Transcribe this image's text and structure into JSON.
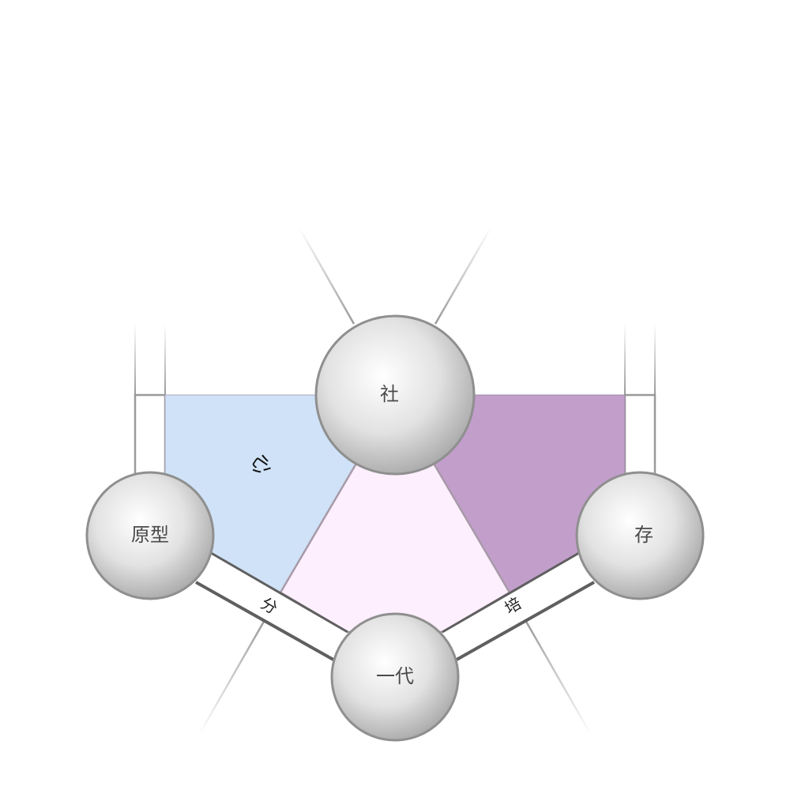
{
  "nodes": {
    "top": {
      "label": "社"
    },
    "left": {
      "label": "原型"
    },
    "right": {
      "label": "存"
    },
    "bottom": {
      "label": "一代"
    }
  },
  "regions": {
    "left": {
      "label": "心",
      "color": "#cfe2f7"
    },
    "center": {
      "label": "",
      "color": "#fdeffd"
    },
    "right": {
      "label": "",
      "color": "#c29ecb"
    }
  },
  "edges": {
    "left_bottom": {
      "label": "分"
    },
    "right_bottom": {
      "label": "培"
    }
  },
  "colors": {
    "node_stroke": "#8f8f8f",
    "frame_stroke": "#9a9a9a",
    "edge_stroke": "#5f5f5f"
  }
}
